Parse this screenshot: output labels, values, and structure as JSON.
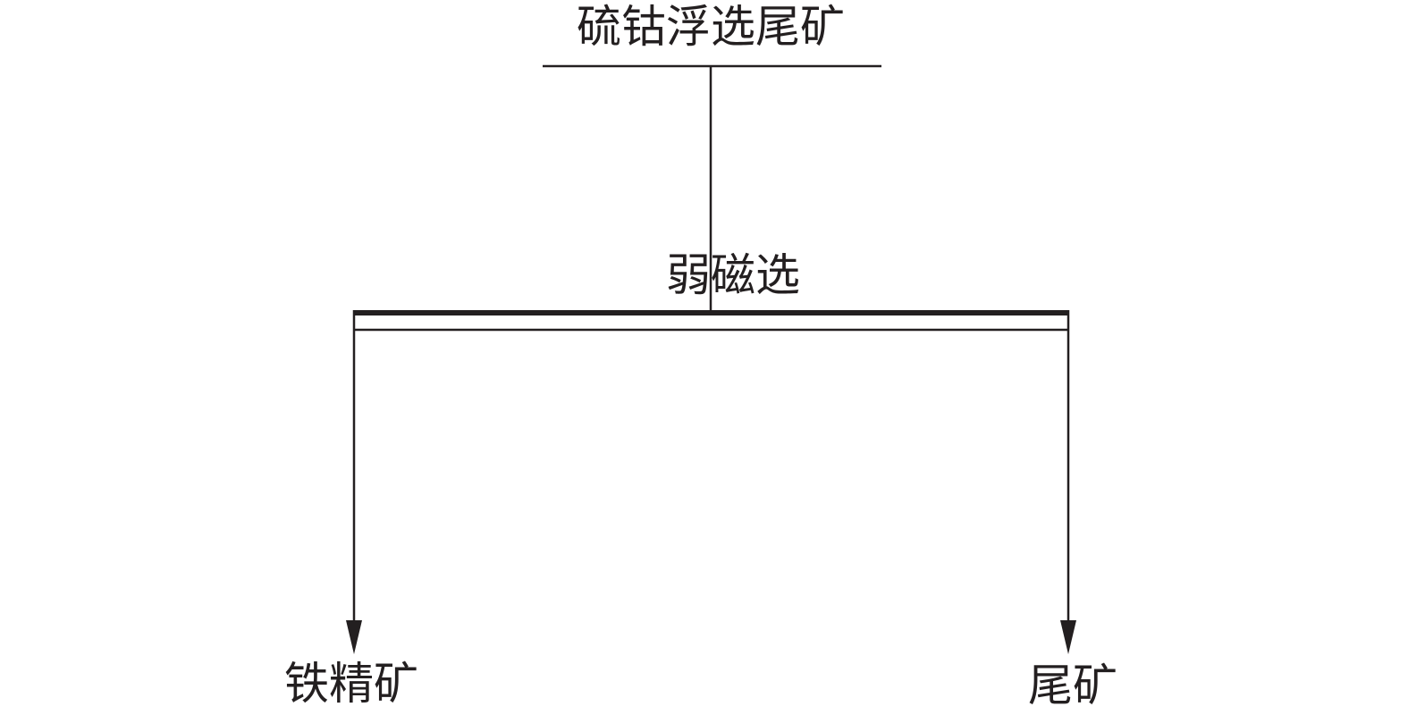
{
  "diagram": {
    "feed": "硫钴浮选尾矿",
    "process": "弱磁选",
    "outputs": [
      "铁精矿",
      "尾矿"
    ],
    "line_color": "#231f20"
  }
}
